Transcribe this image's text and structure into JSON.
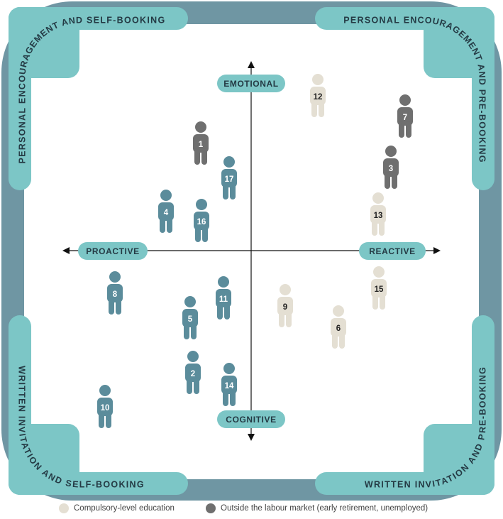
{
  "colors": {
    "frame": "#6f96a3",
    "pill": "#7cc6c6",
    "blue_person": "#5b8c9b",
    "beige_person": "#e4dfd3",
    "grey_person": "#6f6f6f",
    "axis": "#111111",
    "beige_label": "#222222",
    "light_label": "#ffffff"
  },
  "corners": {
    "top_left": "PERSONAL ENCOURAGEMENT AND SELF-BOOKING",
    "top_right": "PERSONAL ENCOURAGEMENT AND PRE-BOOKING",
    "bottom_left": "WRITTEN INVITATION AND SELF-BOOKING",
    "bottom_right": "WRITTEN INVITATION AND PRE-BOOKING"
  },
  "axes": {
    "top": "EMOTIONAL",
    "bottom": "COGNITIVE",
    "left": "PROACTIVE",
    "right": "REACTIVE"
  },
  "people": [
    {
      "id": "1",
      "group": "grey"
    },
    {
      "id": "2",
      "group": "blue"
    },
    {
      "id": "3",
      "group": "grey"
    },
    {
      "id": "4",
      "group": "blue"
    },
    {
      "id": "5",
      "group": "blue"
    },
    {
      "id": "6",
      "group": "beige"
    },
    {
      "id": "7",
      "group": "grey"
    },
    {
      "id": "8",
      "group": "blue"
    },
    {
      "id": "9",
      "group": "beige"
    },
    {
      "id": "10",
      "group": "blue"
    },
    {
      "id": "11",
      "group": "blue"
    },
    {
      "id": "12",
      "group": "beige"
    },
    {
      "id": "13",
      "group": "beige"
    },
    {
      "id": "14",
      "group": "blue"
    },
    {
      "id": "15",
      "group": "beige"
    },
    {
      "id": "16",
      "group": "blue"
    },
    {
      "id": "17",
      "group": "blue"
    }
  ],
  "legend": {
    "beige_label": "Compulsory-level education",
    "grey_label": "Outside the labour market (early retirement, unemployed)"
  }
}
